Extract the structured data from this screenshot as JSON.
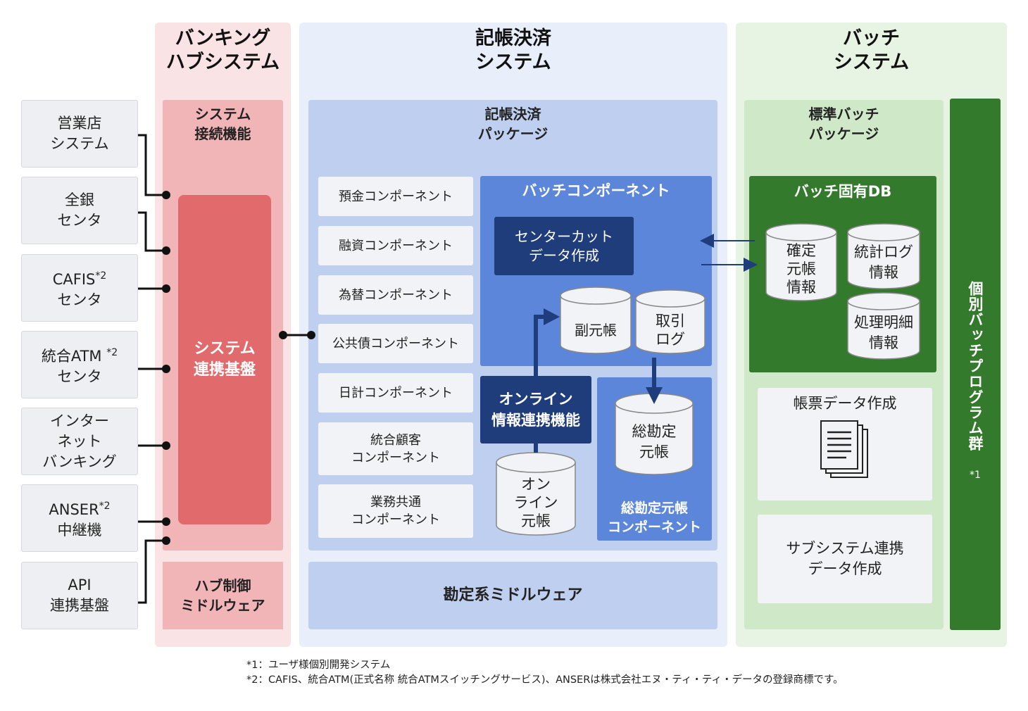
{
  "external_systems": [
    {
      "label": "営業店\nシステム"
    },
    {
      "label": "全銀\nセンタ"
    },
    {
      "label": "CAFIS",
      "sup": "*2",
      "label2": "センタ"
    },
    {
      "label": "統合ATM",
      "sup": "*2",
      "label2": "センタ"
    },
    {
      "label": "インター\nネット\nバンキング"
    },
    {
      "label": "ANSER",
      "sup": "*2",
      "label2": "中継機"
    },
    {
      "label": "API\n連携基盤"
    }
  ],
  "hub": {
    "title": "バンキング\nハブシステム",
    "connection_title": "システム\n接続機能",
    "core_label": "システム\n連携基盤",
    "middleware_label": "ハブ制御\nミドルウェア"
  },
  "ledger": {
    "title": "記帳決済\nシステム",
    "package_title": "記帳決済\nパッケージ",
    "components": [
      "預金コンポーネント",
      "融資コンポーネント",
      "為替コンポーネント",
      "公共債コンポーネント",
      "日計コンポーネント",
      "統合顧客\nコンポーネント",
      "業務共通\nコンポーネント"
    ],
    "batch_component_title": "バッチコンポーネント",
    "center_cut_label": "センターカット\nデータ作成",
    "sub_ledger_label": "副元帳",
    "transaction_log_label": "取引\nログ",
    "online_link_label": "オンライン\n情報連携機能",
    "online_ledger_label": "オン\nライン\n元帳",
    "general_ledger_label": "総勘定\n元帳",
    "general_ledger_component_label": "総勘定元帳\nコンポーネント",
    "middleware_label": "勘定系ミドルウェア"
  },
  "batch": {
    "title": "バッチ\nシステム",
    "package_title": "標準バッチ\nパッケージ",
    "db_title": "バッチ固有DB",
    "db_items": [
      "確定\n元帳\n情報",
      "統計ログ\n情報",
      "処理明細\n情報"
    ],
    "report_label": "帳票データ作成",
    "report_icon": "document-stack-icon",
    "subsystem_label": "サブシステム連携\nデータ作成",
    "individual_label": "個別バッチプログラム群",
    "individual_note": "*1"
  },
  "footnotes": [
    "*1：ユーザ様個別開発システム",
    "*2：CAFIS、統合ATM(正式名称 統合ATMスイッチングサービス)、ANSERは株式会社エヌ・ティ・ティ・データの登録商標です。"
  ],
  "colors": {
    "hub_bg": "#f9e3e4",
    "hub_core": "#e06a6c",
    "ledger_bg": "#e8eefa",
    "batch_component": "#5b86d9",
    "navy": "#1f3d7a",
    "batch_bg": "#e7f4e4",
    "dark_green": "#347a2d"
  }
}
